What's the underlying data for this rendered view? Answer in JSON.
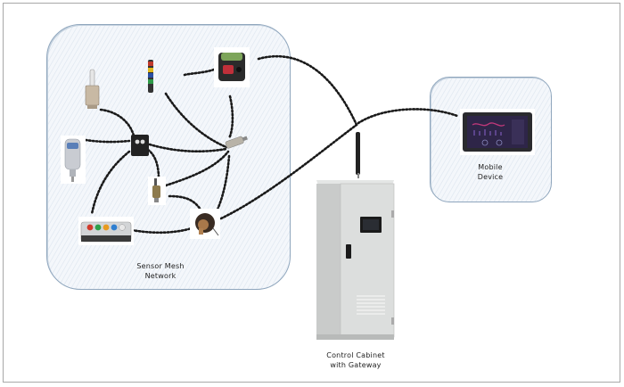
{
  "diagram": {
    "title": "",
    "groups": [
      {
        "id": "sensor-mesh",
        "label_line1": "Sensor Mesh",
        "label_line2": "Network"
      },
      {
        "id": "mobile",
        "label_line1": "Mobile",
        "label_line2": "Device"
      }
    ],
    "gateway": {
      "label_line1": "Control Cabinet",
      "label_line2": "with Gateway"
    },
    "nodes": [
      {
        "id": "limit-switch",
        "type": "limit switch"
      },
      {
        "id": "stack-light",
        "type": "signal tower light",
        "colors": [
          "#c0392b",
          "#e0b81c",
          "#2a4fa3",
          "#2e9a48"
        ]
      },
      {
        "id": "photo-sensor",
        "type": "photoelectric sensor (large)"
      },
      {
        "id": "pressure-sensor",
        "type": "pressure transmitter"
      },
      {
        "id": "vision-sensor",
        "type": "compact photoelectric sensor"
      },
      {
        "id": "prox-sensor-a",
        "type": "cylindrical proximity sensor"
      },
      {
        "id": "prox-sensor-b",
        "type": "cylindrical proximity sensor (small)"
      },
      {
        "id": "push-button-box",
        "type": "push-button station",
        "colors": [
          "#d23b2b",
          "#2ea04a",
          "#e89a1e",
          "#2f7fd0",
          "#e8e8e8"
        ]
      },
      {
        "id": "rotary-encoder",
        "type": "rotary encoder"
      },
      {
        "id": "tablet",
        "type": "tablet"
      },
      {
        "id": "control-cabinet",
        "type": "control cabinet with antenna"
      }
    ],
    "link_style": "dotted",
    "colors": {
      "panel_border": "#8fa6bd",
      "link": "#1a1a1a",
      "cabinet": "#dcdedd"
    }
  }
}
